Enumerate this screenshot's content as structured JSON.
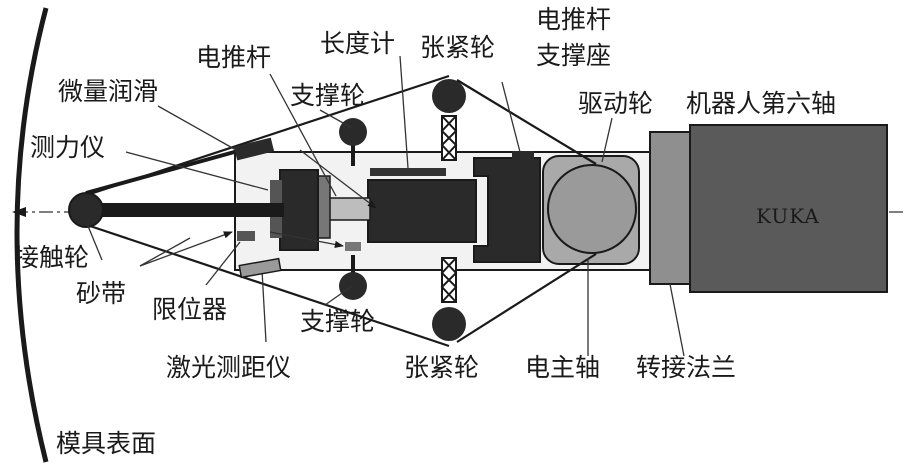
{
  "labels": {
    "micro_lube": "微量润滑",
    "force_meter": "测力仪",
    "contact_wheel": "接触轮",
    "abrasive_belt": "砂带",
    "limiter": "限位器",
    "laser_rangefinder": "激光测距仪",
    "mold_surface": "模具表面",
    "pusher_top": "电推杆",
    "support_wheel_top": "支撑轮",
    "length_gauge": "长度计",
    "tension_wheel_top": "张紧轮",
    "pusher_mount_line1": "电推杆",
    "pusher_mount_line2": "支撑座",
    "drive_wheel": "驱动轮",
    "robot_axis6": "机器人第六轴",
    "kuka": "KUKA",
    "support_wheel_bottom": "支撑轮",
    "tension_wheel_bottom": "张紧轮",
    "spindle": "电主轴",
    "adapter_flange": "转接法兰"
  },
  "colors": {
    "background": "#ffffff",
    "body_fill": "#f2f2f2",
    "dark": "#2a2a2a",
    "mid": "#a9a9a9",
    "robot": "#5a5a5a",
    "flange": "#8f8f8f",
    "line": "#1a1a1a"
  }
}
